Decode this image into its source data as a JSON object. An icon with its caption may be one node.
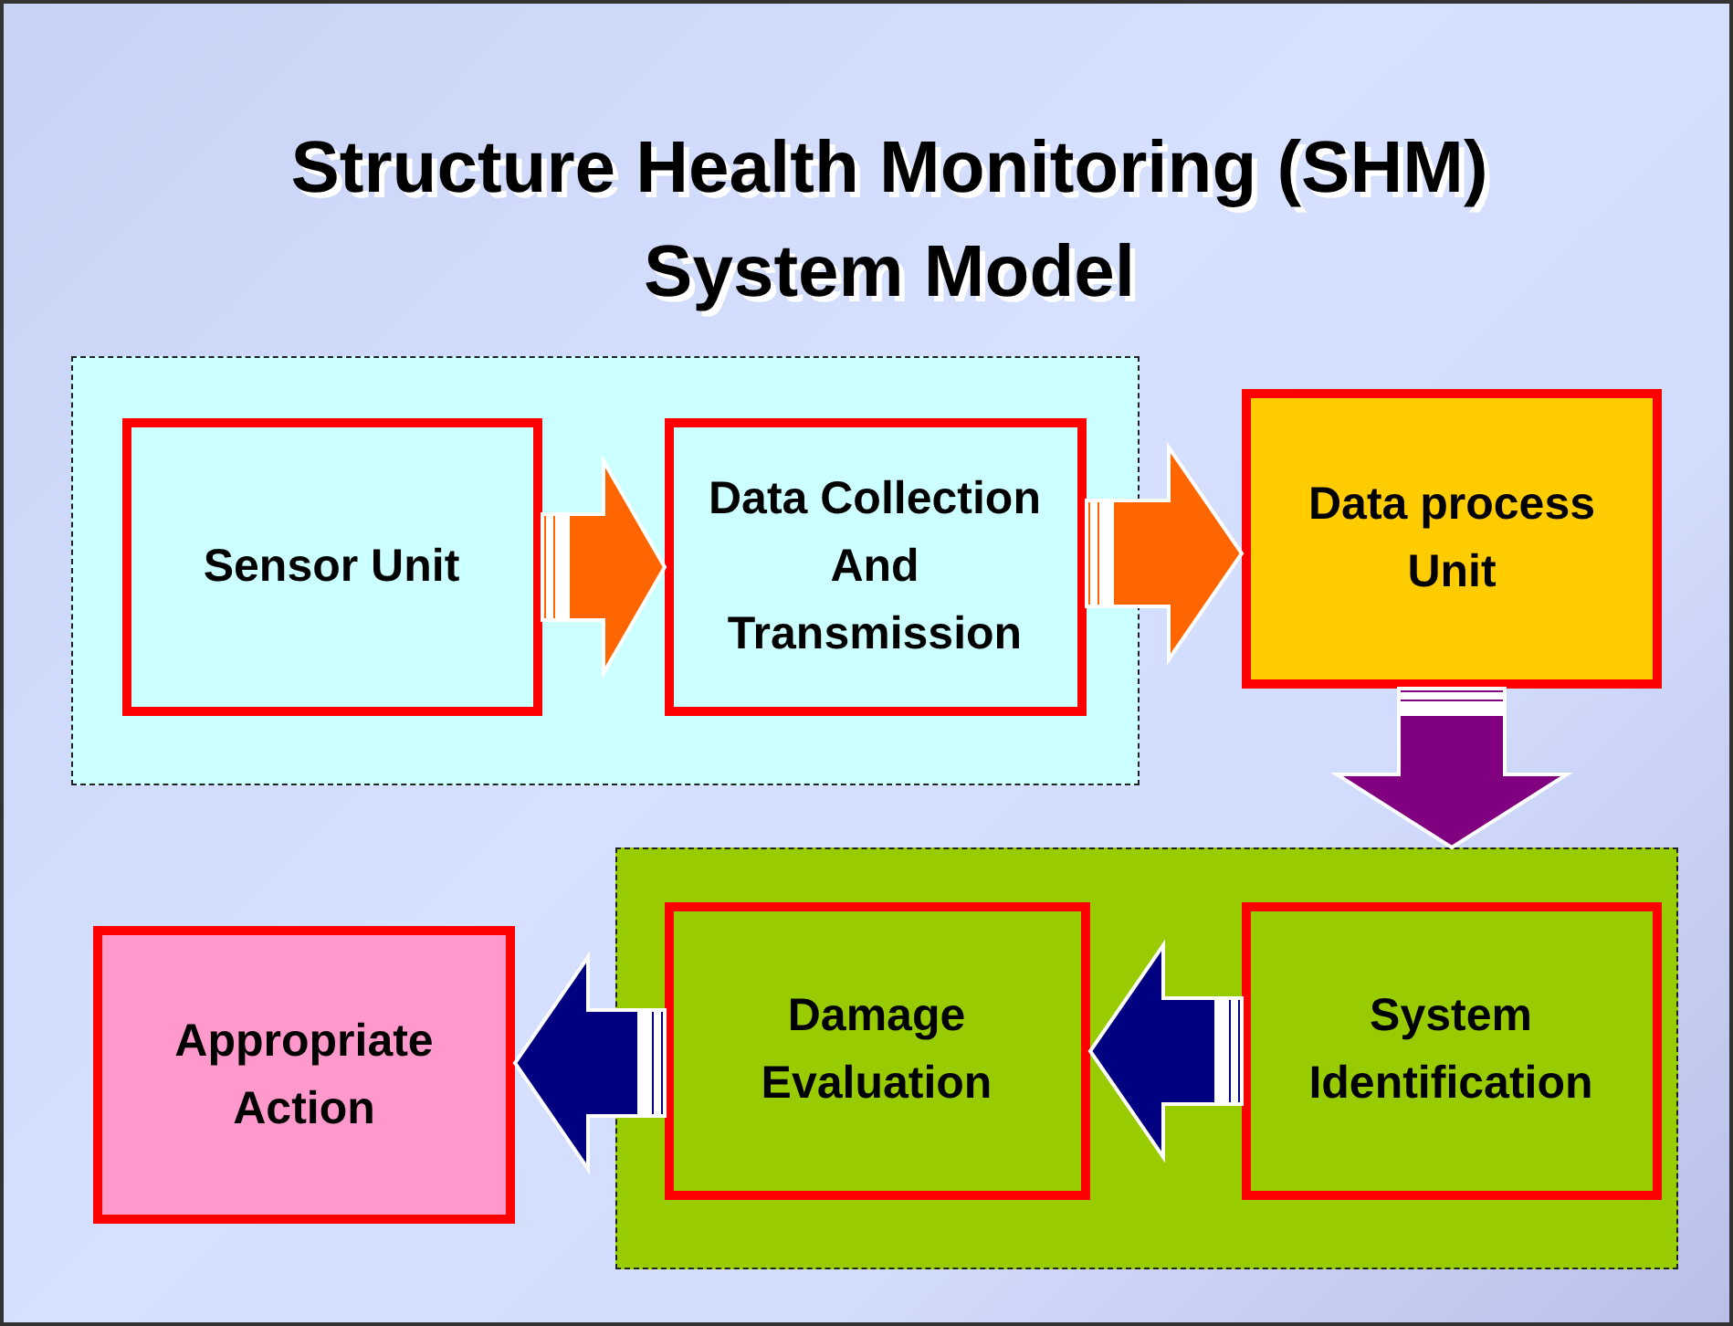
{
  "diagram": {
    "title": "Structure Health Monitoring (SHM) System Model",
    "nodes": [
      {
        "text": [],
        "shape": "box"
      },
      {
        "text": [
          "Sensor Unit"
        ],
        "in": 0
      },
      {
        "text": [
          "Data Collection And Transmission"
        ],
        "in": 0
      },
      {
        "text": [
          "Data process Unit"
        ]
      },
      {
        "text": [],
        "shape": "box"
      },
      {
        "text": [
          "Damage Evaluation"
        ],
        "in": 4
      },
      {
        "text": [
          "System Identification"
        ],
        "in": 4
      },
      {
        "text": [
          "Appropriate Action"
        ]
      }
    ],
    "edges": [
      {
        "from": 1,
        "to": 2,
        "arrow": "to",
        "color": "#ff6600"
      },
      {
        "from": 2,
        "to": 3,
        "arrow": "to",
        "color": "#ff6600"
      },
      {
        "from": 3,
        "to": 4,
        "arrow": "to",
        "color": "#800080"
      },
      {
        "from": 6,
        "to": 5,
        "arrow": "to",
        "color": "#000080"
      },
      {
        "from": 5,
        "to": 7,
        "arrow": "to",
        "color": "#000080"
      }
    ]
  }
}
